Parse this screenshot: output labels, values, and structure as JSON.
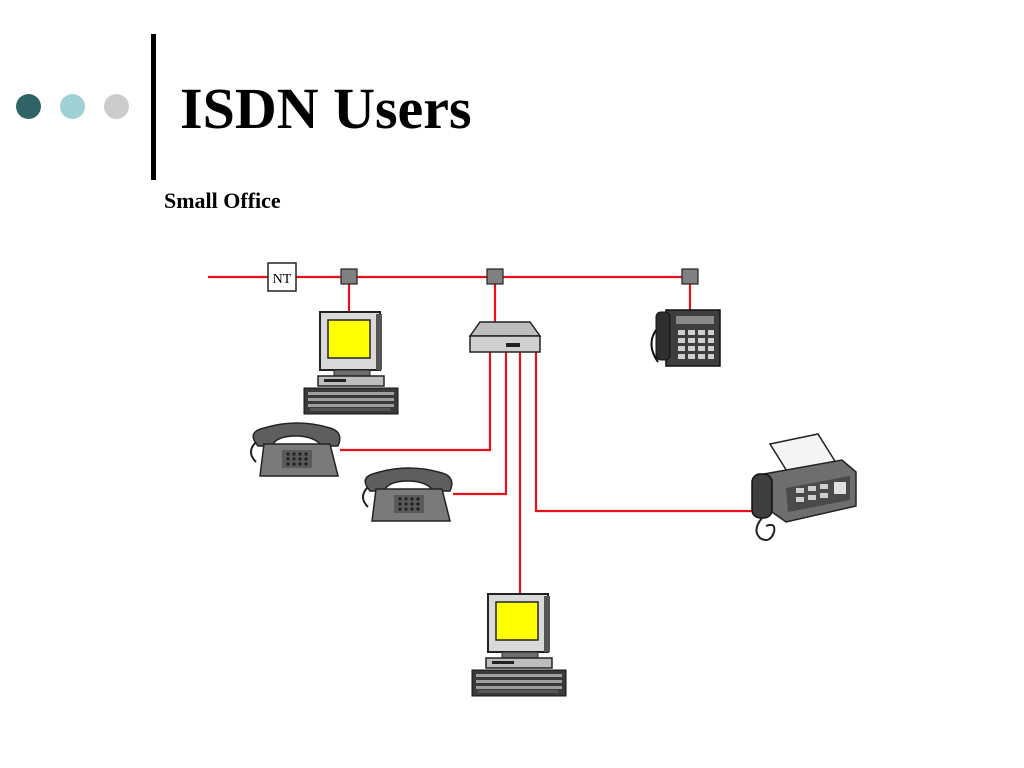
{
  "slide": {
    "title": "ISDN Users",
    "subtitle": "Small Office"
  },
  "decor": {
    "dot_colors": [
      "#2f6467",
      "#9fd1d4",
      "#cccccc"
    ]
  },
  "diagram": {
    "nt_label": "NT",
    "colors": {
      "wire": "#e8101a",
      "device": "#6e6e6e",
      "device_dark": "#3a3a3a",
      "screen": "#ffff00",
      "junction": "#808080"
    },
    "devices": [
      {
        "name": "pc-1",
        "kind": "computer"
      },
      {
        "name": "pc-2",
        "kind": "computer"
      },
      {
        "name": "phone-1",
        "kind": "telephone"
      },
      {
        "name": "phone-2",
        "kind": "telephone"
      },
      {
        "name": "desk-phone",
        "kind": "keypad-telephone"
      },
      {
        "name": "fax-machine",
        "kind": "fax"
      },
      {
        "name": "terminal-adapter",
        "kind": "hub"
      }
    ]
  }
}
